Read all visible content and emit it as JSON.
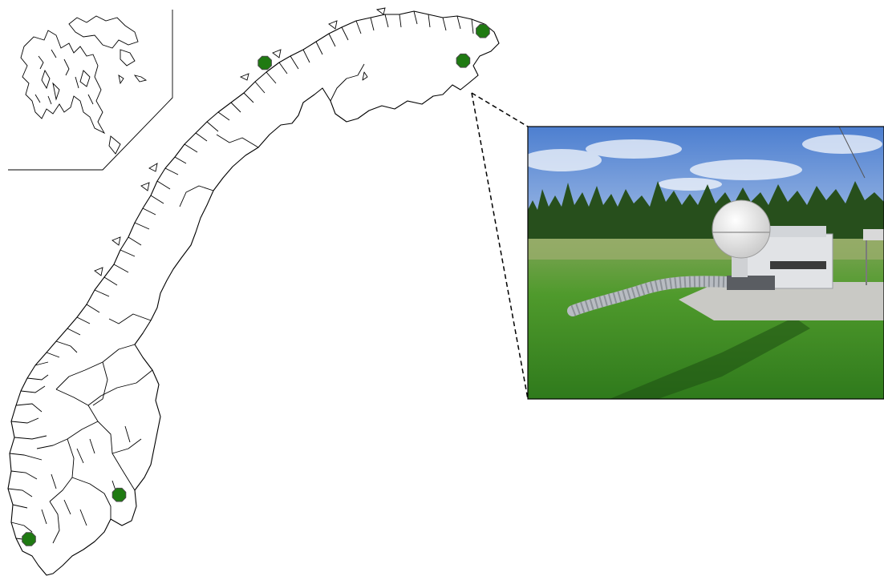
{
  "map": {
    "region": "Norway",
    "inset_region": "Svalbard",
    "site_marker_color": "#1f7a12",
    "outline_color": "#000000",
    "sites": [
      {
        "id": "tromso",
        "lon": 18.9,
        "lat": 69.65
      },
      {
        "id": "kirkenes",
        "lon": 30.0,
        "lat": 69.7
      },
      {
        "id": "vardo",
        "lon": 31.1,
        "lat": 70.37
      },
      {
        "id": "oslo",
        "lon": 10.75,
        "lat": 59.9
      },
      {
        "id": "stavanger",
        "lon": 5.7,
        "lat": 58.9
      }
    ],
    "callout_site": "kirkenes"
  },
  "photo": {
    "subject": "dome-instrument-on-concrete-pad-in-meadow",
    "sky_color": "#6f9ad9",
    "forest_color": "#274f1c",
    "grass_color": "#3f8f26",
    "dome_color": "#f2f2f2",
    "housing_color": "#e1e3e6",
    "pad_color": "#c9c9c5"
  }
}
